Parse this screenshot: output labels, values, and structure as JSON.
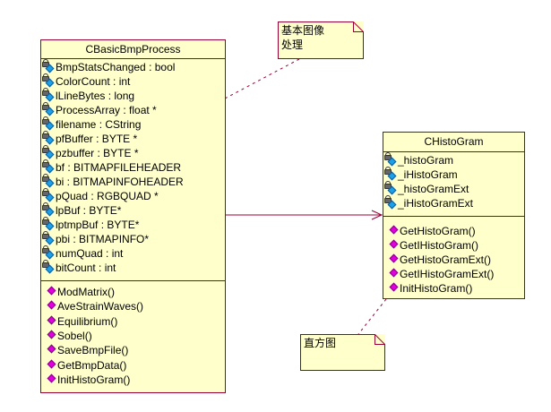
{
  "diagram": {
    "type": "UML class diagram",
    "colors": {
      "class_fill": "#ffffcc",
      "class_border": "#990033",
      "attr_icon": "#1ea0e8",
      "op_icon": "#e000e0"
    },
    "classes": [
      {
        "name": "CBasicBmpProcess",
        "attributes": [
          "BmpStatsChanged : bool",
          "ColorCount : int",
          "lLineBytes : long",
          "ProcessArray : float *",
          "filename : CString",
          "pfBuffer : BYTE *",
          "pzbuffer : BYTE *",
          "bf : BITMAPFILEHEADER",
          "bi : BITMAPINFOHEADER",
          "pQuad : RGBQUAD *",
          "lpBuf : BYTE*",
          "lptmpBuf : BYTE*",
          "pbi : BITMAPINFO*",
          "numQuad : int",
          "bitCount : int"
        ],
        "operations": [
          "ModMatrix()",
          "AveStrainWaves()",
          "Equilibrium()",
          "Sobel()",
          "SaveBmpFile()",
          "GetBmpData()",
          "InitHistoGram()"
        ]
      },
      {
        "name": "CHistoGram",
        "attributes": [
          "_histoGram",
          "_iHistoGram",
          "_histoGramExt",
          "_iHistoGramExt"
        ],
        "operations": [
          "GetHistoGram()",
          "GetIHistoGram()",
          "GetHistoGramExt()",
          "GetIHistoGramExt()",
          "InitHistoGram()"
        ]
      }
    ],
    "notes": [
      {
        "text": "基本图像\n处理",
        "attached_to": "CBasicBmpProcess"
      },
      {
        "text": "直方图",
        "attached_to": "CHistoGram"
      }
    ],
    "relationships": [
      {
        "type": "association",
        "from": "CBasicBmpProcess",
        "to": "CHistoGram",
        "arrow": "open"
      }
    ]
  }
}
